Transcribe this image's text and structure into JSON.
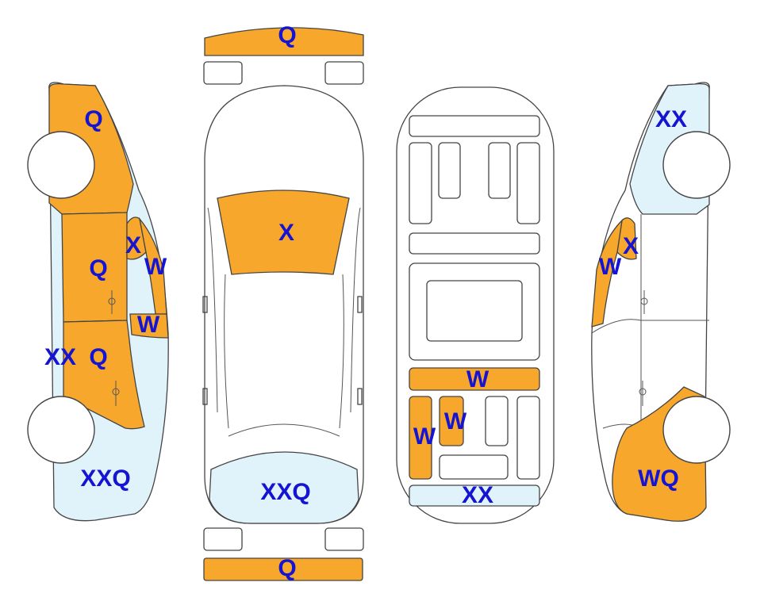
{
  "colors": {
    "orange": "#F7A82C",
    "light_blue": "#E1F3FA",
    "outline": "#444444",
    "label": "#1414D2"
  },
  "views": {
    "left_side": {
      "front_upper": "Q",
      "front_door": "Q",
      "front_window_upper": "X",
      "front_window": "W",
      "rear_window": "W",
      "rear_door": "Q",
      "sill": "XX",
      "rear_quarter": "XXQ"
    },
    "top": {
      "front_bumper": "Q",
      "windshield": "X",
      "rear_deck": "XXQ",
      "rear_bumper": "Q"
    },
    "interior": {
      "row_bar": "W",
      "seat_left": "W",
      "seat_small": "W",
      "rear_bar": "XX"
    },
    "right_side": {
      "front_upper": "XX",
      "window_upper": "X",
      "window": "W",
      "rear_quarter": "WQ"
    }
  }
}
